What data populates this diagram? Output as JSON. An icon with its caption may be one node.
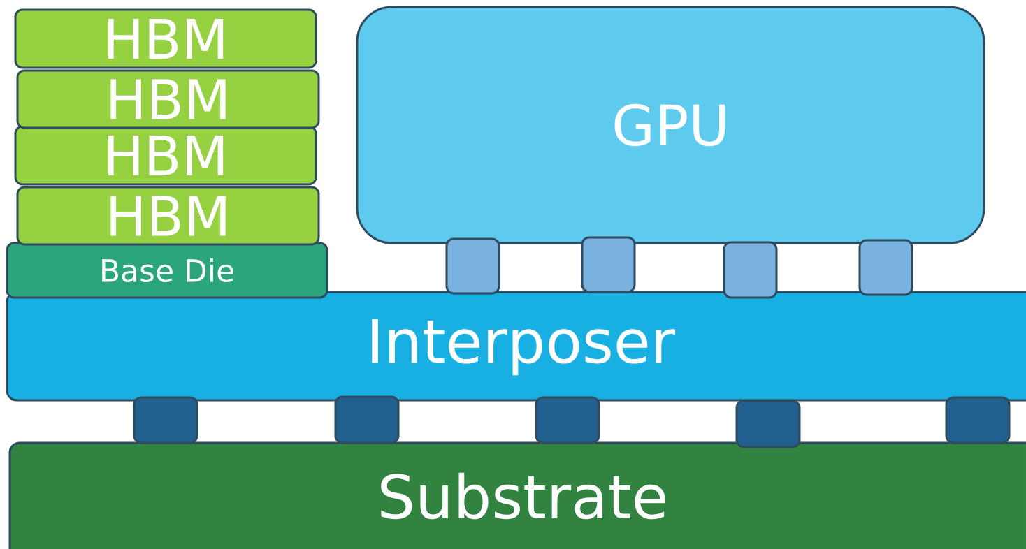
{
  "diagram": {
    "nodes": [
      {
        "text": [
          "HBM"
        ]
      },
      {
        "text": [
          "HBM"
        ]
      },
      {
        "text": [
          "HBM"
        ]
      },
      {
        "text": [
          "HBM"
        ]
      },
      {
        "text": [
          "Base Die"
        ]
      },
      {
        "text": [
          "GPU"
        ]
      },
      {
        "text": [],
        "shape": "box"
      },
      {
        "text": [],
        "shape": "box"
      },
      {
        "text": [],
        "shape": "box"
      },
      {
        "text": [],
        "shape": "box"
      },
      {
        "text": [
          "Interposer"
        ]
      },
      {
        "text": [],
        "shape": "box"
      },
      {
        "text": [],
        "shape": "box"
      },
      {
        "text": [],
        "shape": "box"
      },
      {
        "text": [],
        "shape": "box"
      },
      {
        "text": [],
        "shape": "box"
      },
      {
        "text": [
          "Substrate"
        ]
      }
    ]
  }
}
